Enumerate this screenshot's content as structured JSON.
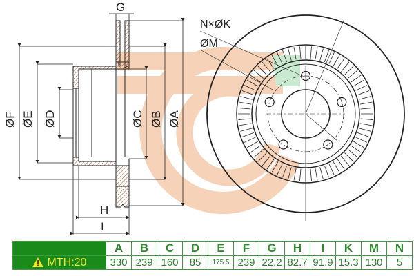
{
  "drawing": {
    "title": "Brake disc technical drawing",
    "labels": {
      "G": "G",
      "F": "ØF",
      "E": "ØE",
      "D": "ØD",
      "C": "ØC",
      "B": "ØB",
      "A": "ØA",
      "H": "H",
      "I": "I",
      "NK": "N×ØK",
      "M": "ØM"
    },
    "colors": {
      "watermark": "#f6d2b8",
      "watermark_green": "#c9ead0",
      "line": "#222222",
      "hatch": "#a0522d"
    }
  },
  "table": {
    "warning_label": "MTH:20",
    "columns": [
      "A",
      "B",
      "C",
      "D",
      "E",
      "F",
      "G",
      "H",
      "I",
      "K",
      "M",
      "N"
    ],
    "values": [
      "330",
      "239",
      "160",
      "85",
      "175.5",
      "239",
      "22.2",
      "82.7",
      "91.9",
      "15.3",
      "130",
      "5"
    ],
    "colors": {
      "header_bg": "#1a8a1a",
      "warning_text": "#f0e62a",
      "cell_text": "#2e7d2e",
      "border": "#3d9a3d"
    }
  }
}
